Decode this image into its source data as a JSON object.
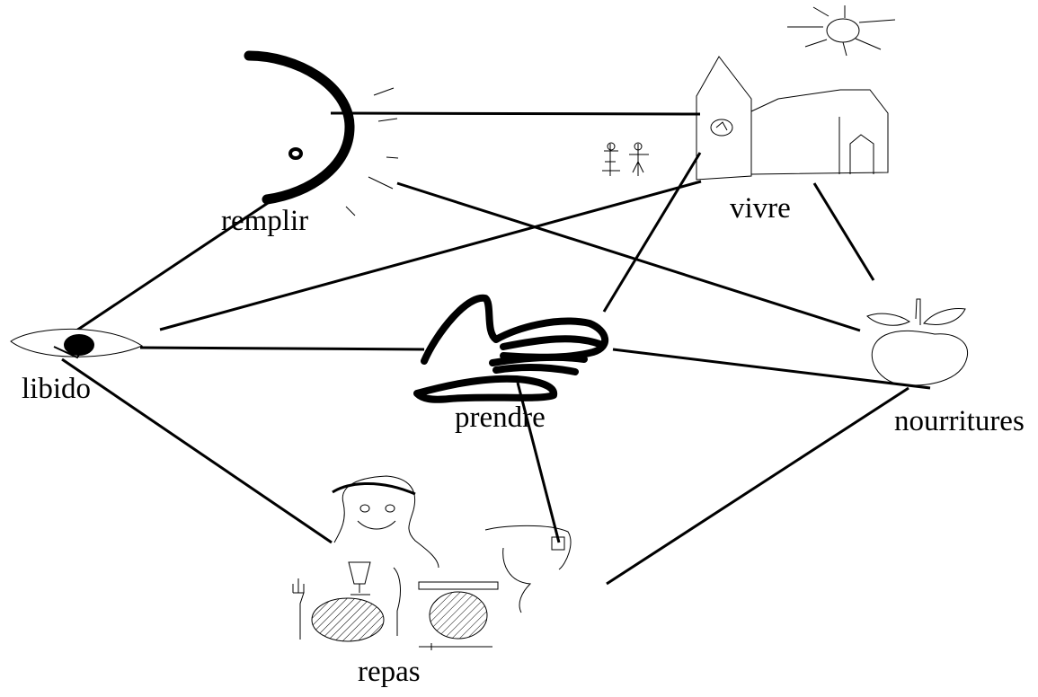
{
  "diagram": {
    "nodes": [
      {
        "id": "remplir",
        "label": "remplir",
        "icon": "crescent-moon-icon"
      },
      {
        "id": "vivre",
        "label": "vivre",
        "icon": "church-village-icon"
      },
      {
        "id": "libido",
        "label": "libido",
        "icon": "eye-icon"
      },
      {
        "id": "prendre",
        "label": "prendre",
        "icon": "grabbing-hand-icon"
      },
      {
        "id": "nourritures",
        "label": "nourritures",
        "icon": "fruit-icon"
      },
      {
        "id": "repas",
        "label": "repas",
        "icon": "dining-table-icon"
      }
    ],
    "edges": [
      {
        "from": "remplir",
        "to": "vivre"
      },
      {
        "from": "remplir",
        "to": "nourritures"
      },
      {
        "from": "remplir",
        "to": "libido"
      },
      {
        "from": "vivre",
        "to": "libido"
      },
      {
        "from": "vivre",
        "to": "prendre"
      },
      {
        "from": "vivre",
        "to": "nourritures"
      },
      {
        "from": "libido",
        "to": "prendre"
      },
      {
        "from": "libido",
        "to": "repas"
      },
      {
        "from": "prendre",
        "to": "nourritures"
      },
      {
        "from": "prendre",
        "to": "repas"
      },
      {
        "from": "nourritures",
        "to": "repas"
      }
    ]
  }
}
